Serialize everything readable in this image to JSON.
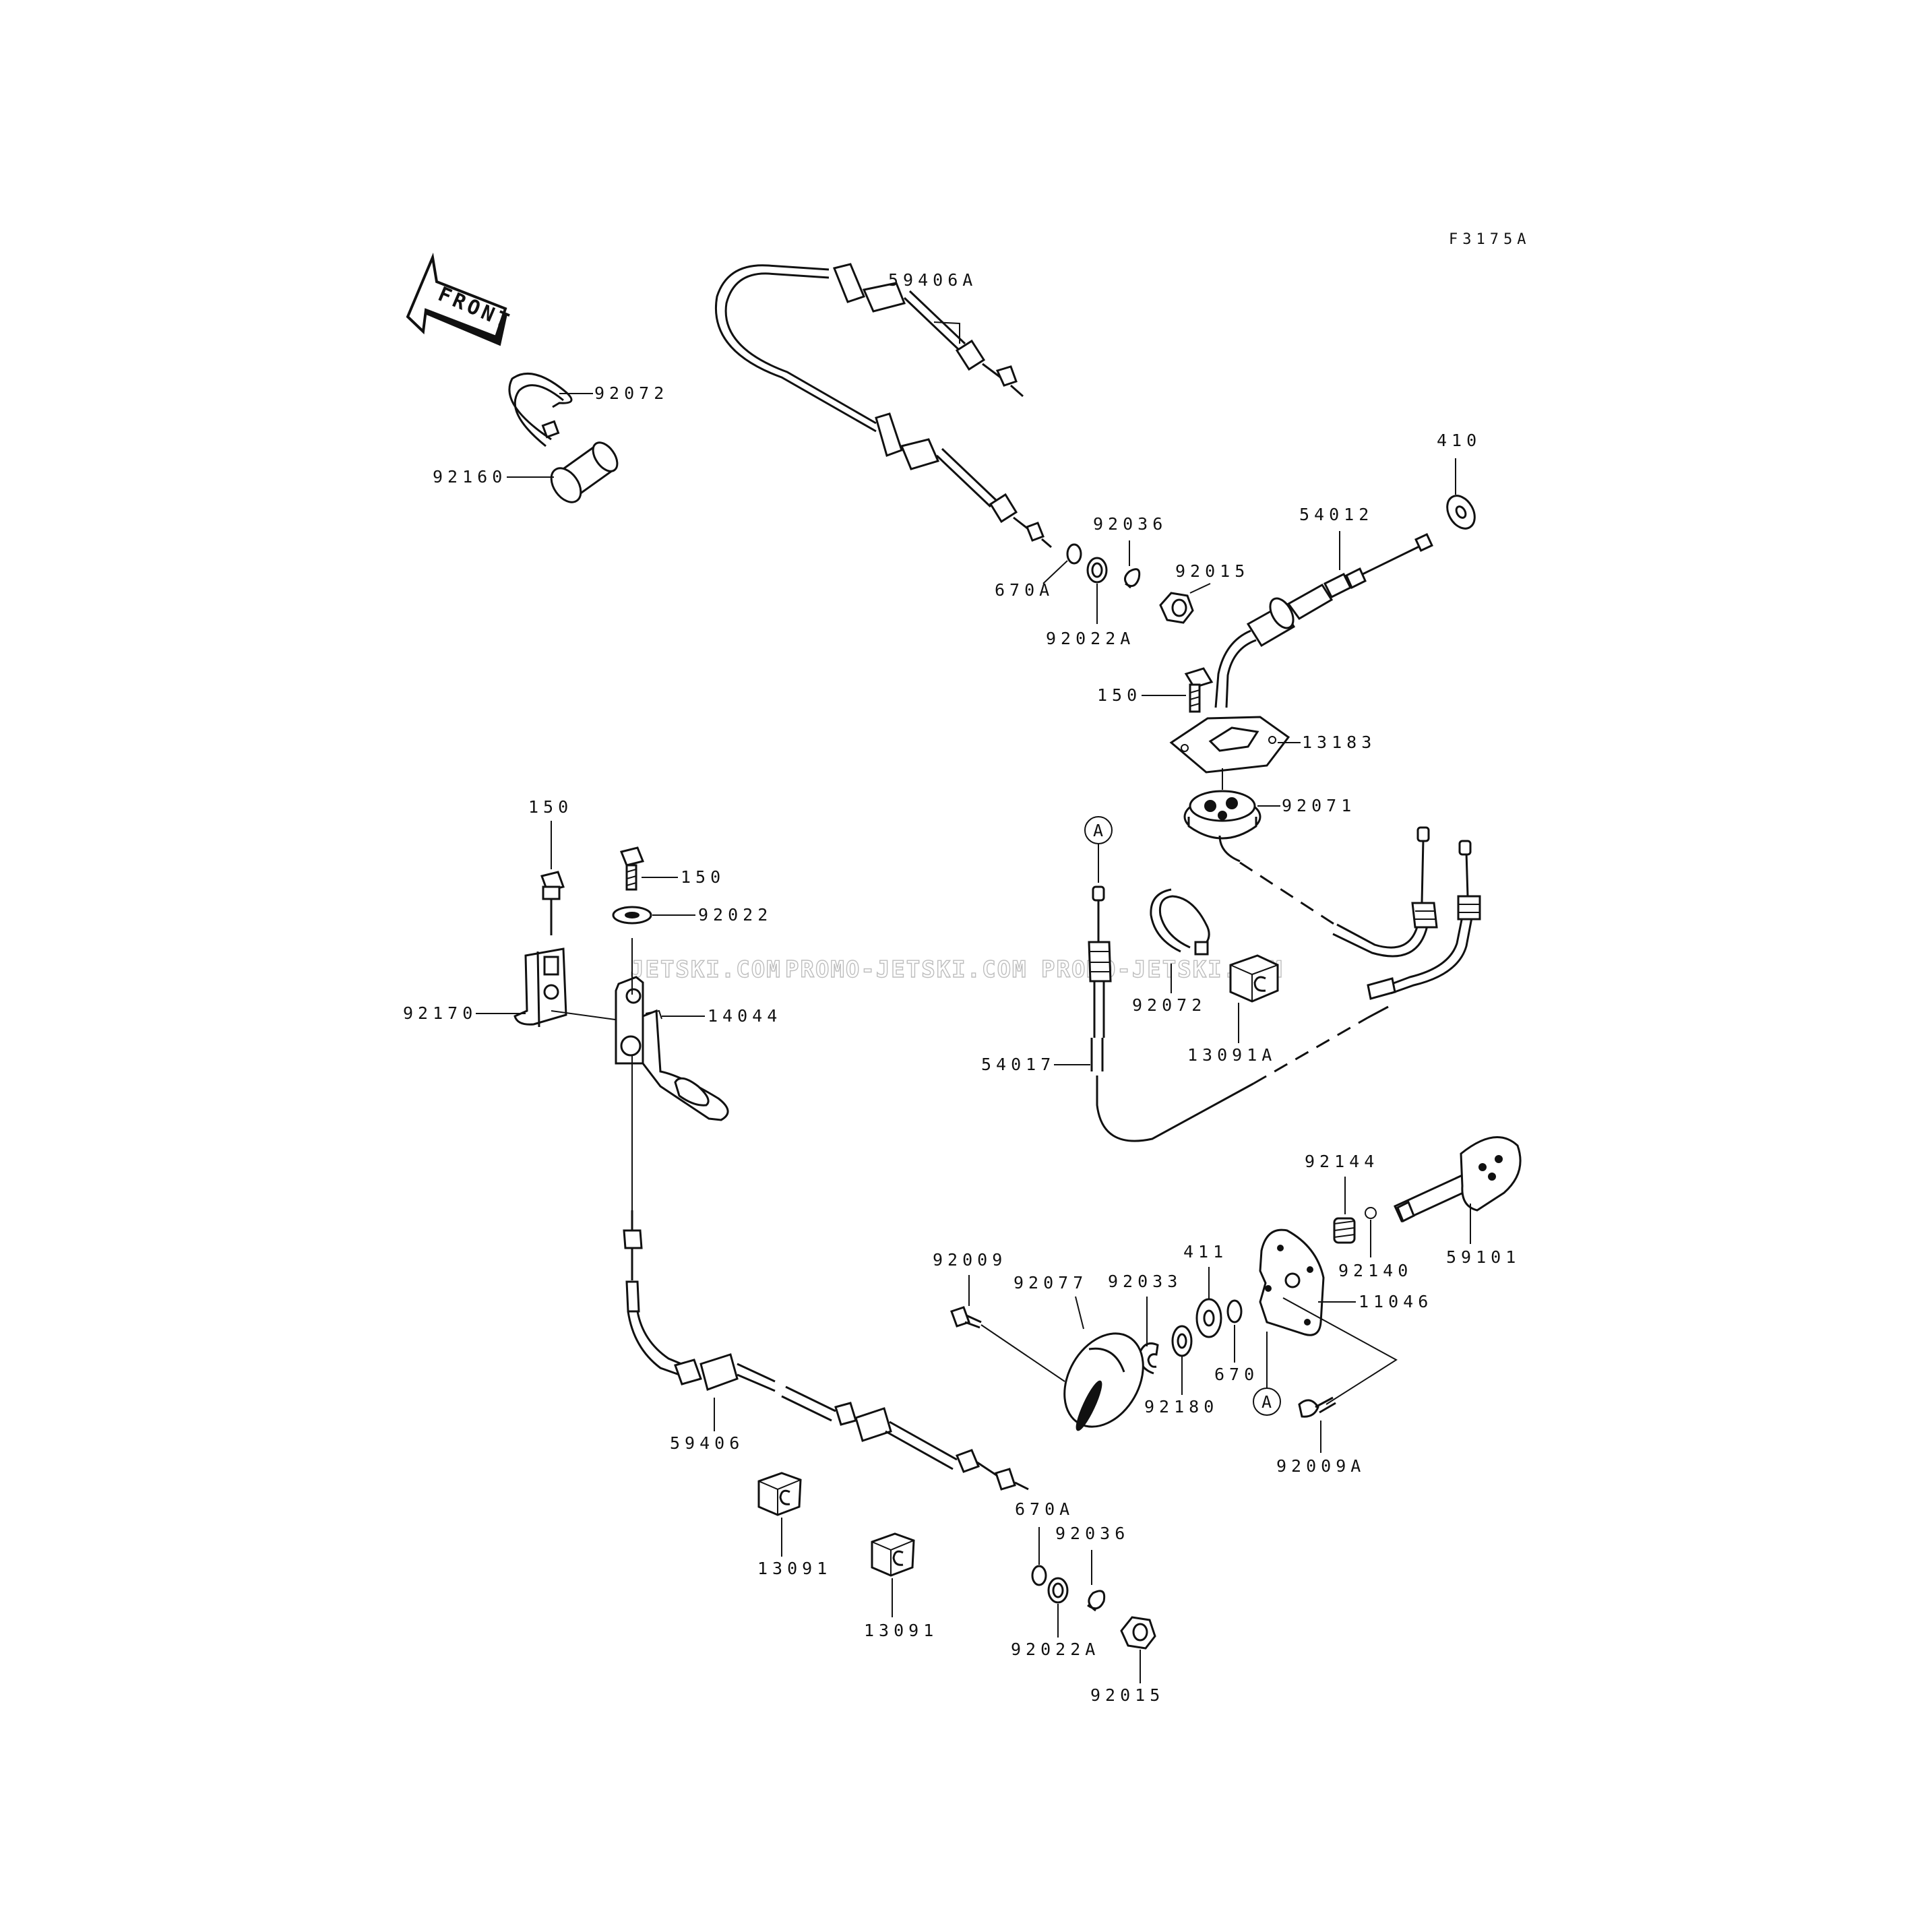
{
  "diagram_code": "F3175A",
  "front_arrow_text": "FRONT",
  "watermark": [
    "JETSKI.COM",
    "PROMO-JETSKI.COM",
    "PROMO-JETSKI.COM"
  ],
  "callouts": {
    "a1": "A",
    "a2": "A"
  },
  "parts": {
    "p59406A": "59406A",
    "p92072_top": "92072",
    "p92160": "92160",
    "p670A_top": "670A",
    "p92036_top": "92036",
    "p92022A_top": "92022A",
    "p92015_top": "92015",
    "p410": "410",
    "p54012": "54012",
    "p150_top": "150",
    "p13183": "13183",
    "p92071": "92071",
    "p150_left": "150",
    "p150_mid": "150",
    "p92022": "92022",
    "p92170": "92170",
    "p14044": "14044",
    "p54017": "54017",
    "p92072_mid": "92072",
    "p13091A": "13091A",
    "p92144": "92144",
    "p59101": "59101",
    "p92140": "92140",
    "p92009": "92009",
    "p92077": "92077",
    "p92033": "92033",
    "p411": "411",
    "p11046": "11046",
    "p670": "670",
    "p92180": "92180",
    "p92009A": "92009A",
    "p59406": "59406",
    "p13091_a": "13091",
    "p13091_b": "13091",
    "p670A_bot": "670A",
    "p92036_bot": "92036",
    "p92022A_bot": "92022A",
    "p92015_bot": "92015"
  }
}
